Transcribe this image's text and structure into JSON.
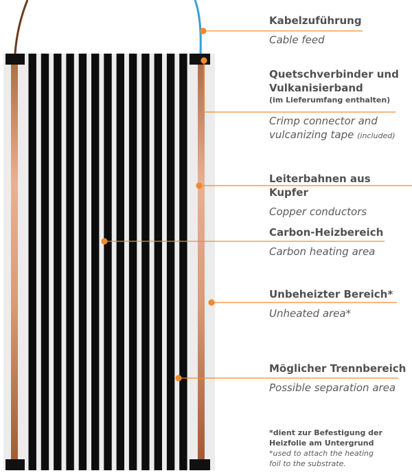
{
  "colors": {
    "accent": "#f08a2e",
    "carbon": "#0d0d0d",
    "copper": "#c9835a",
    "foil": "#ececec",
    "cable_left": "#6b3a1e",
    "cable_right": "#3aa0d8"
  },
  "labels": [
    {
      "de": "Kabelzuführung",
      "en": "Cable feed"
    },
    {
      "de": "Quetschverbinder und",
      "de2": "Vulkanisierband",
      "de_small": "(im Lieferumfang enthalten)",
      "en": "Crimp connector and",
      "en2": "vulcanizing tape",
      "en2_small": "(included)"
    },
    {
      "de": "Leiterbahnen aus Kupfer",
      "en": "Copper conductors"
    },
    {
      "de": "Carbon-Heizbereich",
      "en": "Carbon heating area"
    },
    {
      "de": "Unbeheizter Bereich*",
      "en": "Unheated area*"
    },
    {
      "de": "Möglicher Trennbereich",
      "en": "Possible separation area"
    }
  ],
  "footnote": {
    "de1": "*dient zur Befestigung der",
    "de2": "Heizfolie am Untergrund",
    "en1": "*used to attach the heating",
    "en2": "foil to the substrate."
  }
}
